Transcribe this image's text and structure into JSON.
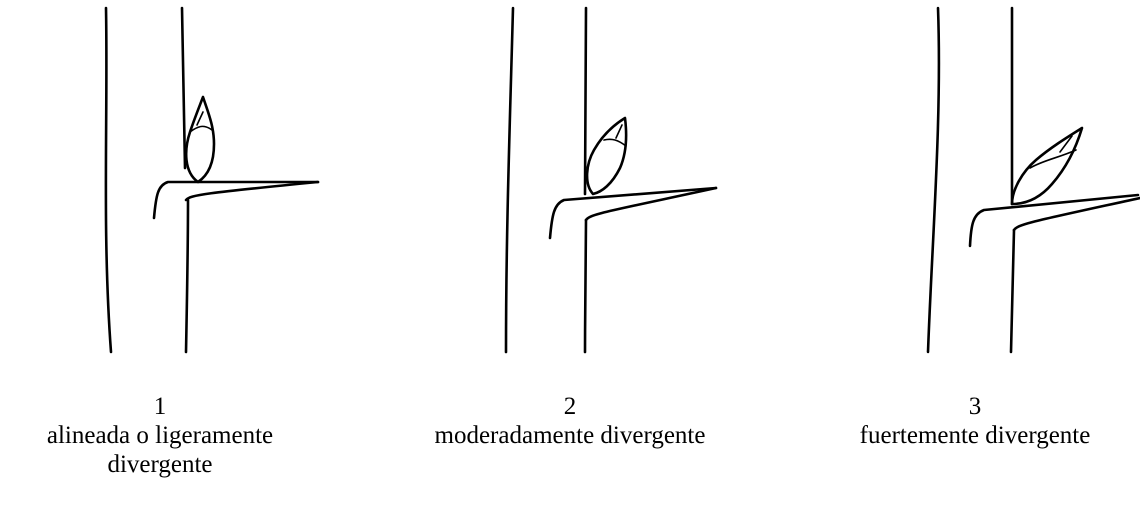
{
  "figures": [
    {
      "number": "1",
      "description": "alineada o ligeramente divergente"
    },
    {
      "number": "2",
      "description": "moderadamente divergente"
    },
    {
      "number": "3",
      "description": "fuertemente divergente"
    }
  ]
}
